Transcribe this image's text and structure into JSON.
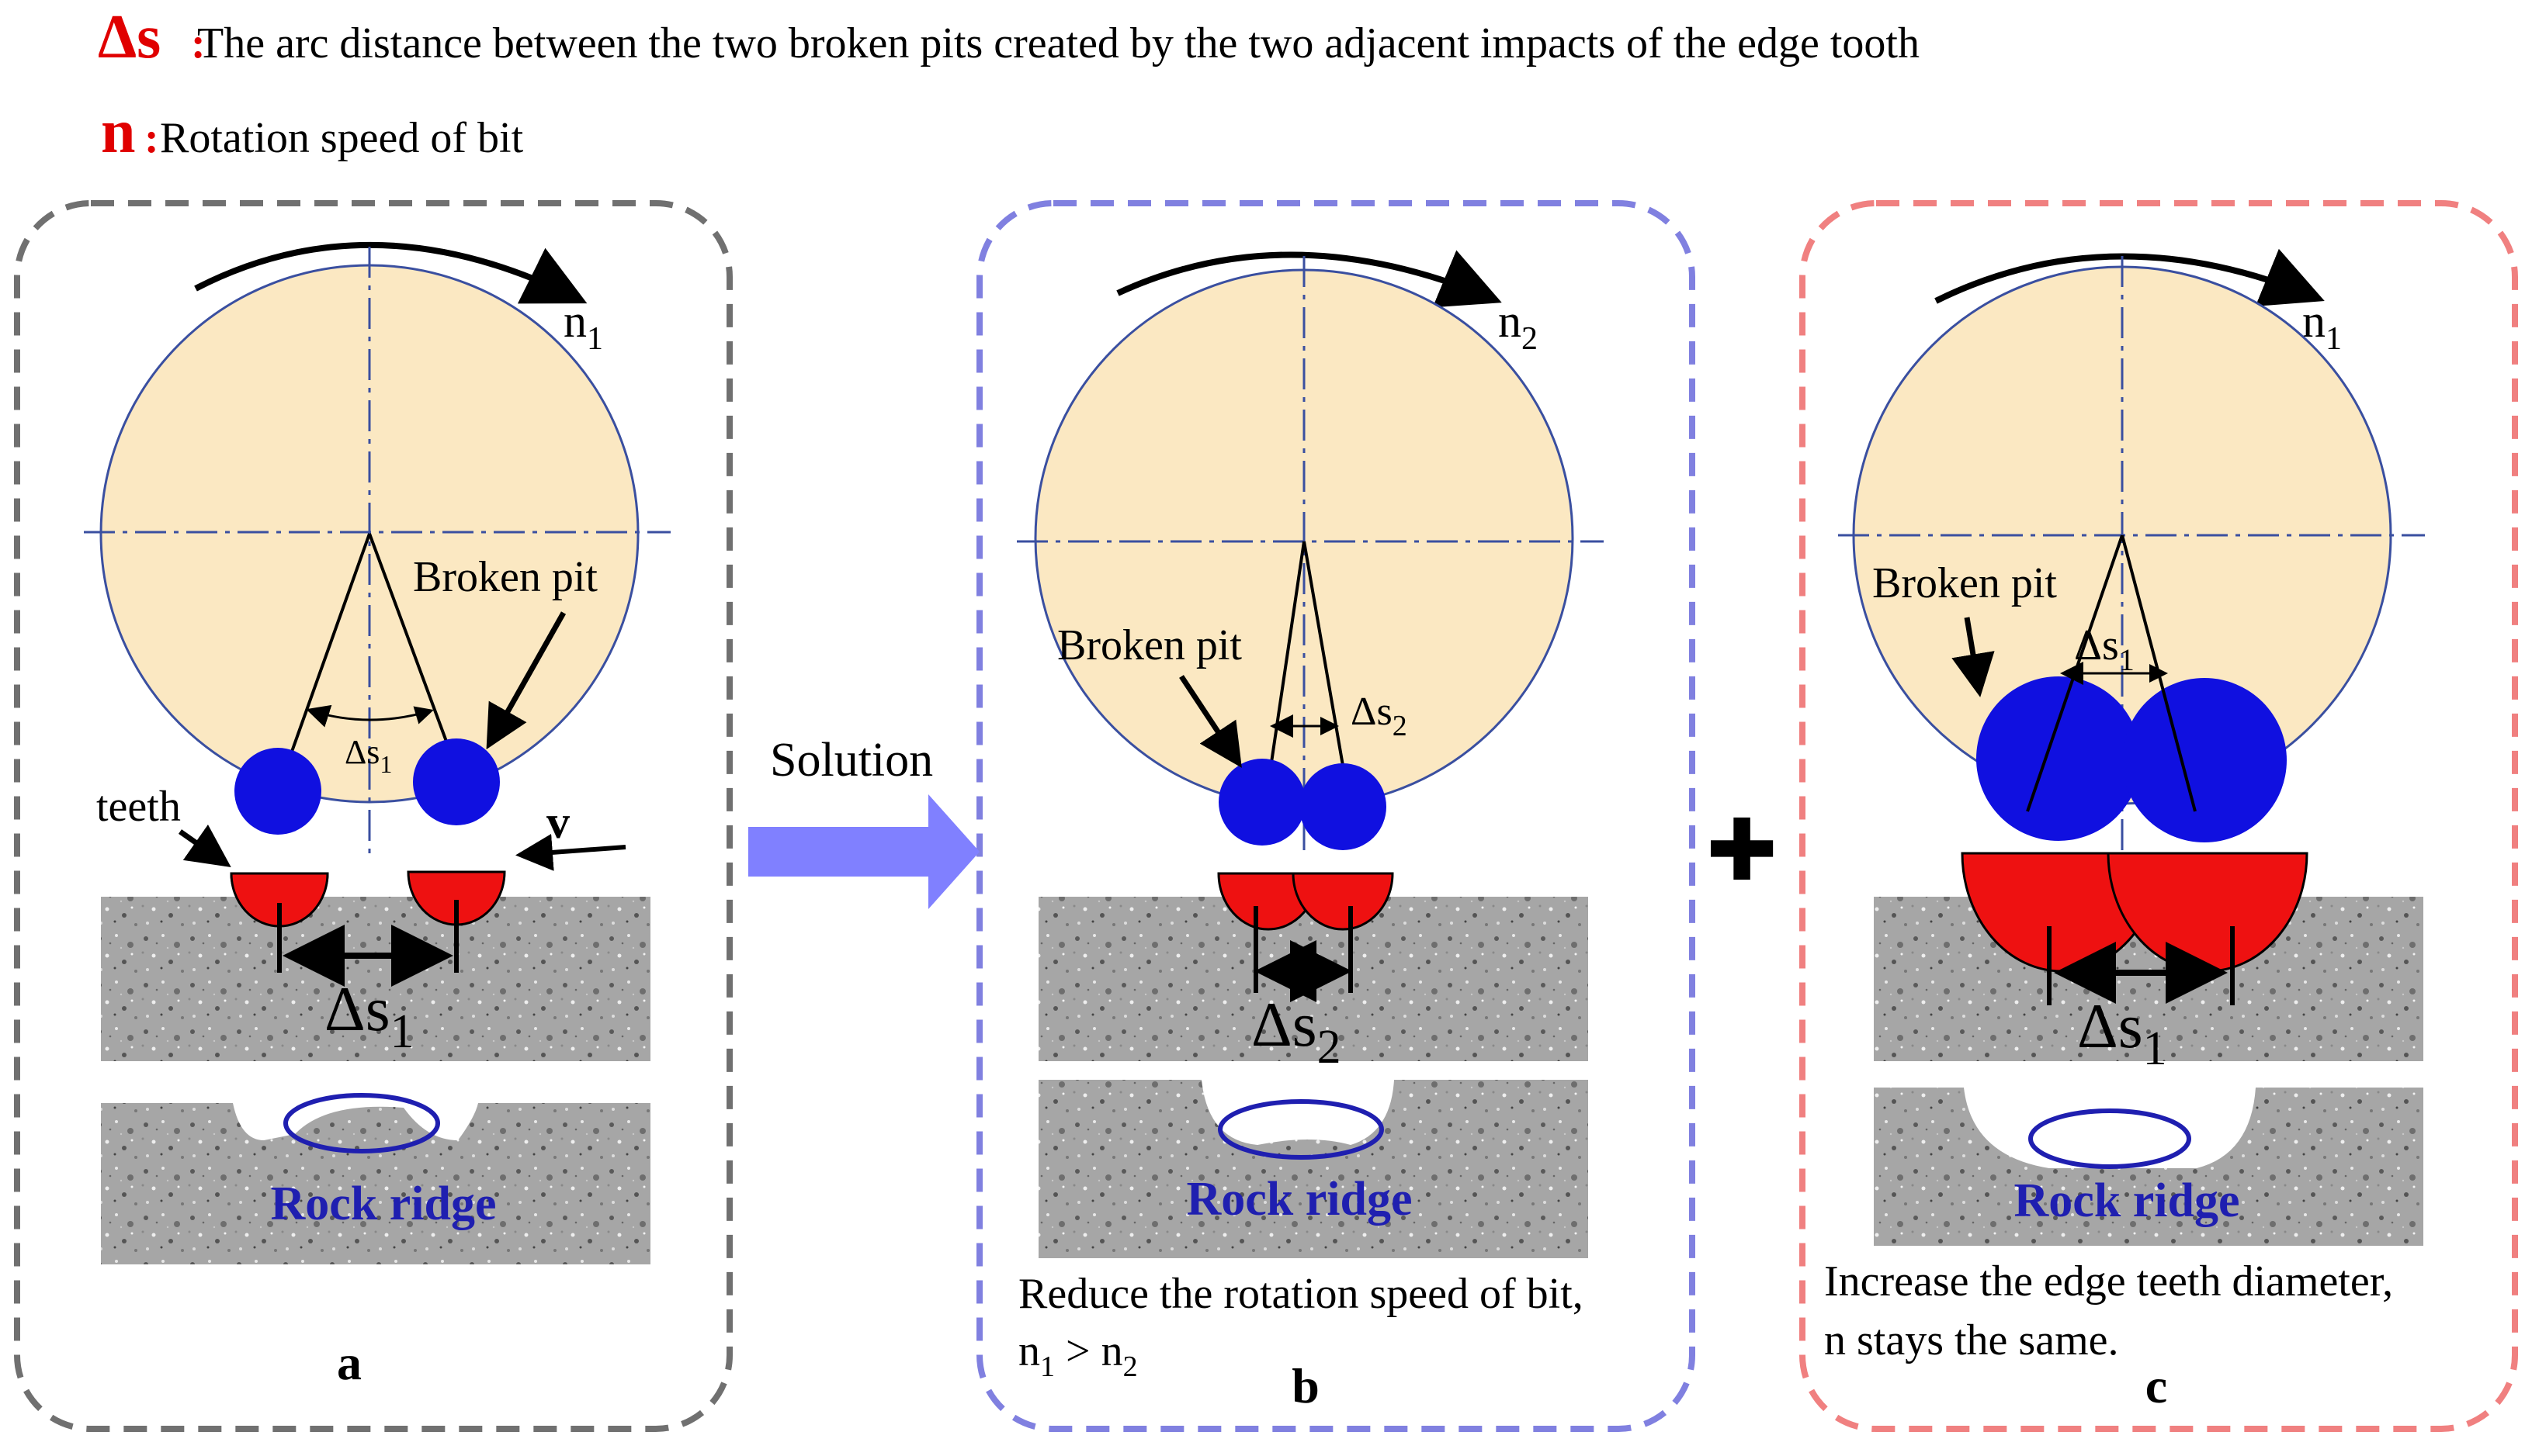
{
  "legend": {
    "ds_symbol": "Δs",
    "ds_colon": ":",
    "ds_text": "The arc distance between the two broken pits created by the two adjacent impacts of the edge tooth",
    "n_symbol": "n",
    "n_colon": ":",
    "n_text": "Rotation speed  of  bit"
  },
  "colors": {
    "bit_fill": "#fbe8c2",
    "bit_stroke": "#3a4fa0",
    "pit_fill": "#1010e0",
    "tooth_fill": "#ee1111",
    "rock_fill": "#9a9a9a",
    "panel_a_border": "#707070",
    "panel_b_border": "#8080e0",
    "panel_c_border": "#f08080",
    "arrow_fill": "#8080ff",
    "ridge_text": "#1f1fb0"
  },
  "panels": {
    "a": {
      "letter": "a",
      "speed_label": "n",
      "speed_sub": "1",
      "broken_pit": "Broken pit",
      "teeth": "teeth",
      "velocity": "v",
      "ds_small": "Δs",
      "ds_small_sub": "1",
      "ds_large": "Δs",
      "ds_large_sub": "1",
      "rock_ridge": "Rock ridge"
    },
    "b": {
      "letter": "b",
      "speed_label": "n",
      "speed_sub": "2",
      "broken_pit": "Broken pit",
      "ds_small": "Δs",
      "ds_small_sub": "2",
      "ds_large": "Δs",
      "ds_large_sub": "2",
      "rock_ridge": "Rock ridge",
      "caption_line1": "Reduce the rotation speed of  bit,",
      "caption_n1": "n",
      "caption_n1_sub": "1",
      "caption_gt": " > ",
      "caption_n2": "n",
      "caption_n2_sub": "2"
    },
    "c": {
      "letter": "c",
      "speed_label": "n",
      "speed_sub": "1",
      "broken_pit": "Broken pit",
      "ds_small": "Δs",
      "ds_small_sub": "1",
      "ds_large": "Δs",
      "ds_large_sub": "1",
      "rock_ridge": "Rock ridge",
      "caption_line1": "Increase the edge teeth diameter,",
      "caption_line2": "n stays the same."
    }
  },
  "solution_label": "Solution",
  "plus_symbol": "✚"
}
